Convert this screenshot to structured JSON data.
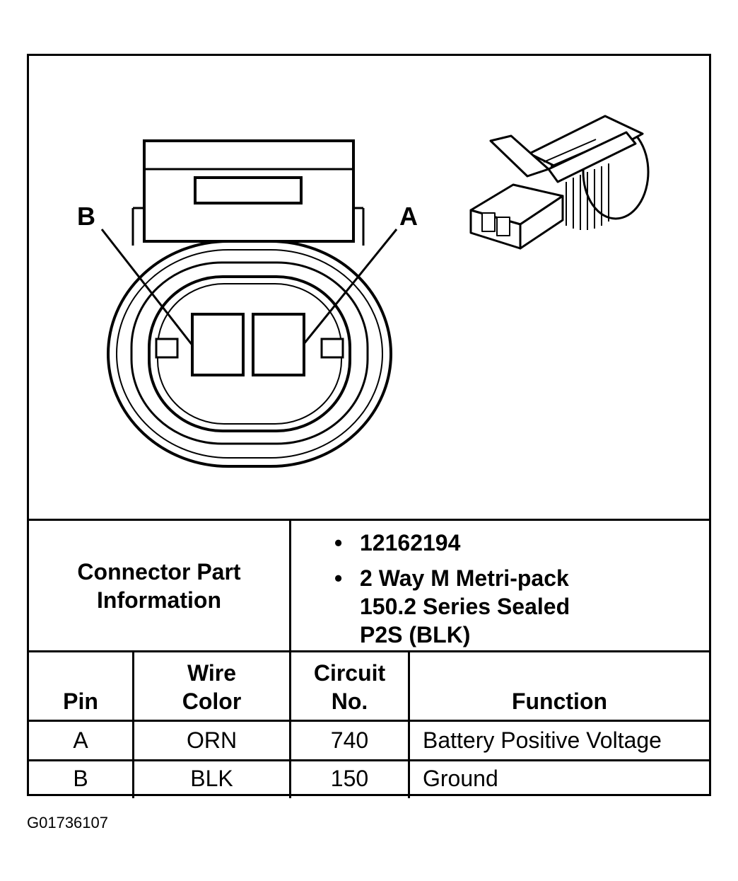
{
  "diagram": {
    "pin_labels": {
      "b": "B",
      "a": "A"
    }
  },
  "connector_info": {
    "title_line1": "Connector Part",
    "title_line2": "Information",
    "items": [
      [
        "12162194"
      ],
      [
        "2 Way M Metri-pack",
        "150.2 Series Sealed",
        "P2S (BLK)"
      ]
    ]
  },
  "table": {
    "headers": {
      "pin": "Pin",
      "wire_color": [
        "Wire",
        "Color"
      ],
      "circuit_no": [
        "Circuit",
        "No."
      ],
      "function": "Function"
    },
    "rows": [
      {
        "pin": "A",
        "wire_color": "ORN",
        "circuit_no": "740",
        "function": "Battery Positive Voltage"
      },
      {
        "pin": "B",
        "wire_color": "BLK",
        "circuit_no": "150",
        "function": "Ground"
      }
    ]
  },
  "figure_id": "G01736107"
}
